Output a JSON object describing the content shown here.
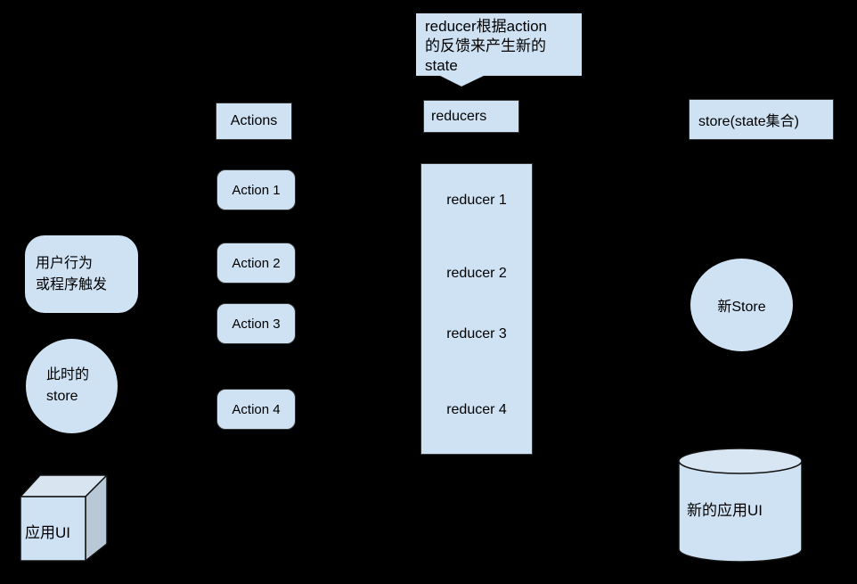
{
  "colors": {
    "background": "#000000",
    "shape_fill": "#cfe2f3",
    "shape_border": "#333333",
    "cube_top_fill": "#d8e4f0",
    "cube_side_fill": "#b9c8d6",
    "cylinder_top_fill": "#d8e5f2",
    "text": "#000000"
  },
  "callout": {
    "text": "reducer根据action\n的反馈来产生新的\nstate"
  },
  "actions": {
    "header": "Actions",
    "items": [
      "Action 1",
      "Action 2",
      "Action 3",
      "Action 4"
    ]
  },
  "reducers": {
    "header": "reducers",
    "items": [
      "reducer 1",
      "reducer 2",
      "reducer 3",
      "reducer 4"
    ]
  },
  "store": {
    "header": "store(state集合)",
    "new_store_label": "新Store",
    "new_app_ui_label": "新的应用UI"
  },
  "left_flow": {
    "trigger_label": "用户行为\n或程序触发",
    "current_store_label": "此时的\nstore",
    "app_ui_label": "应用UI"
  }
}
